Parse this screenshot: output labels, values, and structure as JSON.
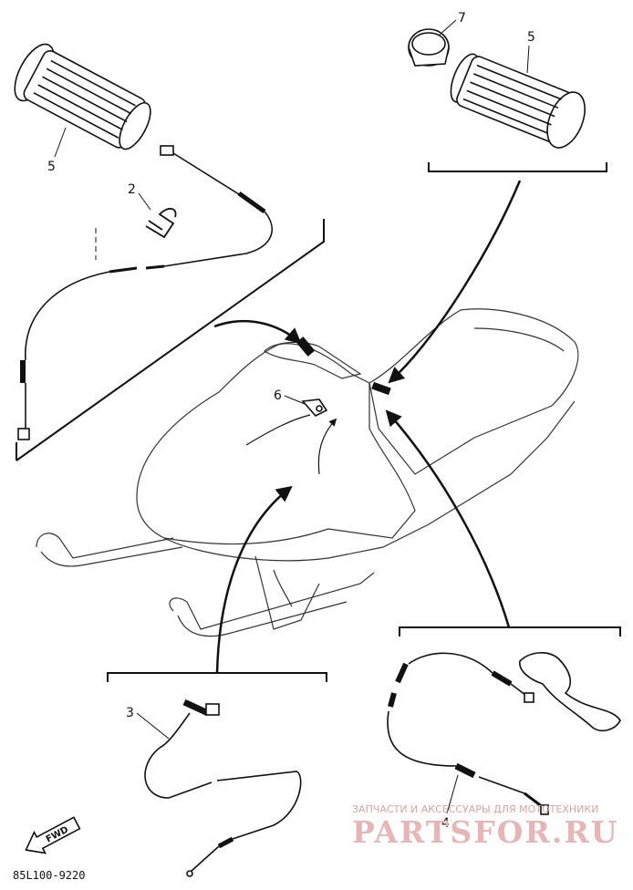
{
  "callouts": {
    "grip_left": "5",
    "hook_clip": "2",
    "grip_right": "5",
    "grip_ring": "7",
    "clamp": "6",
    "cable_lower_left": "3",
    "cable_lower_right": "4"
  },
  "direction_marker": "FWD",
  "drawing_code": "85L100-9220",
  "watermark": {
    "line1": "ЗАПЧАСТИ И АКСЕССУАРЫ ДЛЯ МОТОТЕХНИКИ",
    "line2": "PARTSFOR.RU"
  },
  "colors": {
    "line": "#111111",
    "watermark": "#e2a9a9",
    "background": "#ffffff"
  }
}
